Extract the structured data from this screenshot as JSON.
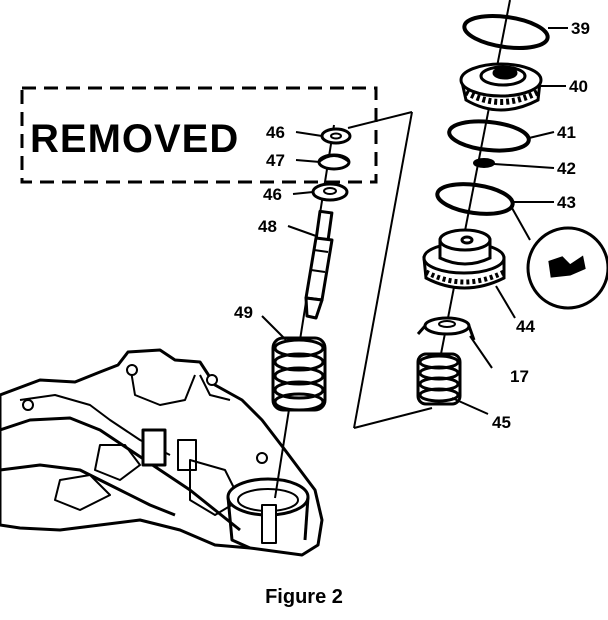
{
  "removed_label": "REMOVED",
  "caption": "Figure 2",
  "callouts": {
    "c39": "39",
    "c40": "40",
    "c41": "41",
    "c42": "42",
    "c43": "43",
    "c44": "44",
    "c17": "17",
    "c45": "45",
    "c46a": "46",
    "c47": "47",
    "c46b": "46",
    "c48": "48",
    "c49": "49"
  }
}
